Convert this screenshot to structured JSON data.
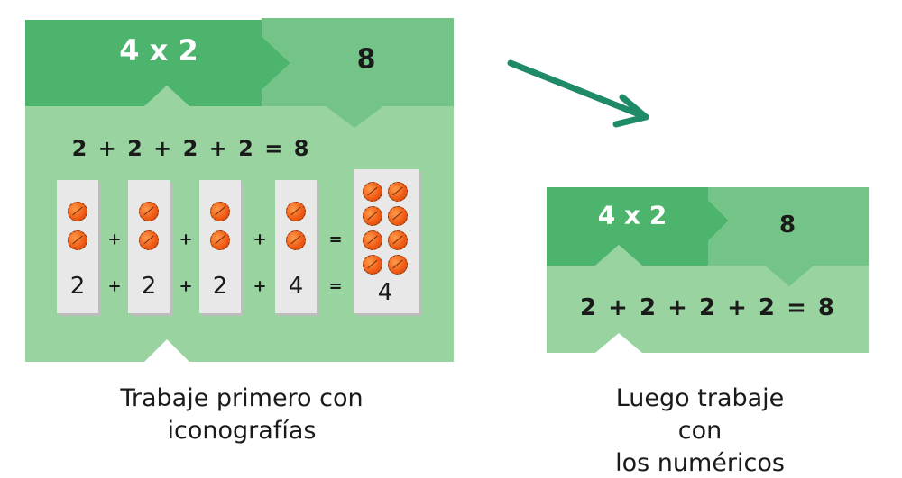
{
  "left_panel": {
    "multiplication": "4 x 2",
    "product": "8",
    "addition_equation": "2 + 2 + 2 + 2 = 8",
    "columns": [
      {
        "balls": 2,
        "number": "2"
      },
      {
        "balls": 2,
        "number": "2"
      },
      {
        "balls": 2,
        "number": "2"
      },
      {
        "balls": 2,
        "number": "4"
      }
    ],
    "result": {
      "balls": 8,
      "number": "4"
    },
    "plus": "+",
    "equals": "=",
    "caption_line1": "Trabaje primero con",
    "caption_line2": "iconografías"
  },
  "right_panel": {
    "multiplication": "4 x 2",
    "product": "8",
    "addition_equation": "2 + 2 + 2 + 2 = 8",
    "caption_line1": "Luego trabaje con",
    "caption_line2": "los numéricos"
  },
  "colors": {
    "dark_green": "#4cb46c",
    "mid_green": "#74c488",
    "light_green": "#98d3a0",
    "arrow": "#1f8a68",
    "ball": "#f05a14"
  }
}
